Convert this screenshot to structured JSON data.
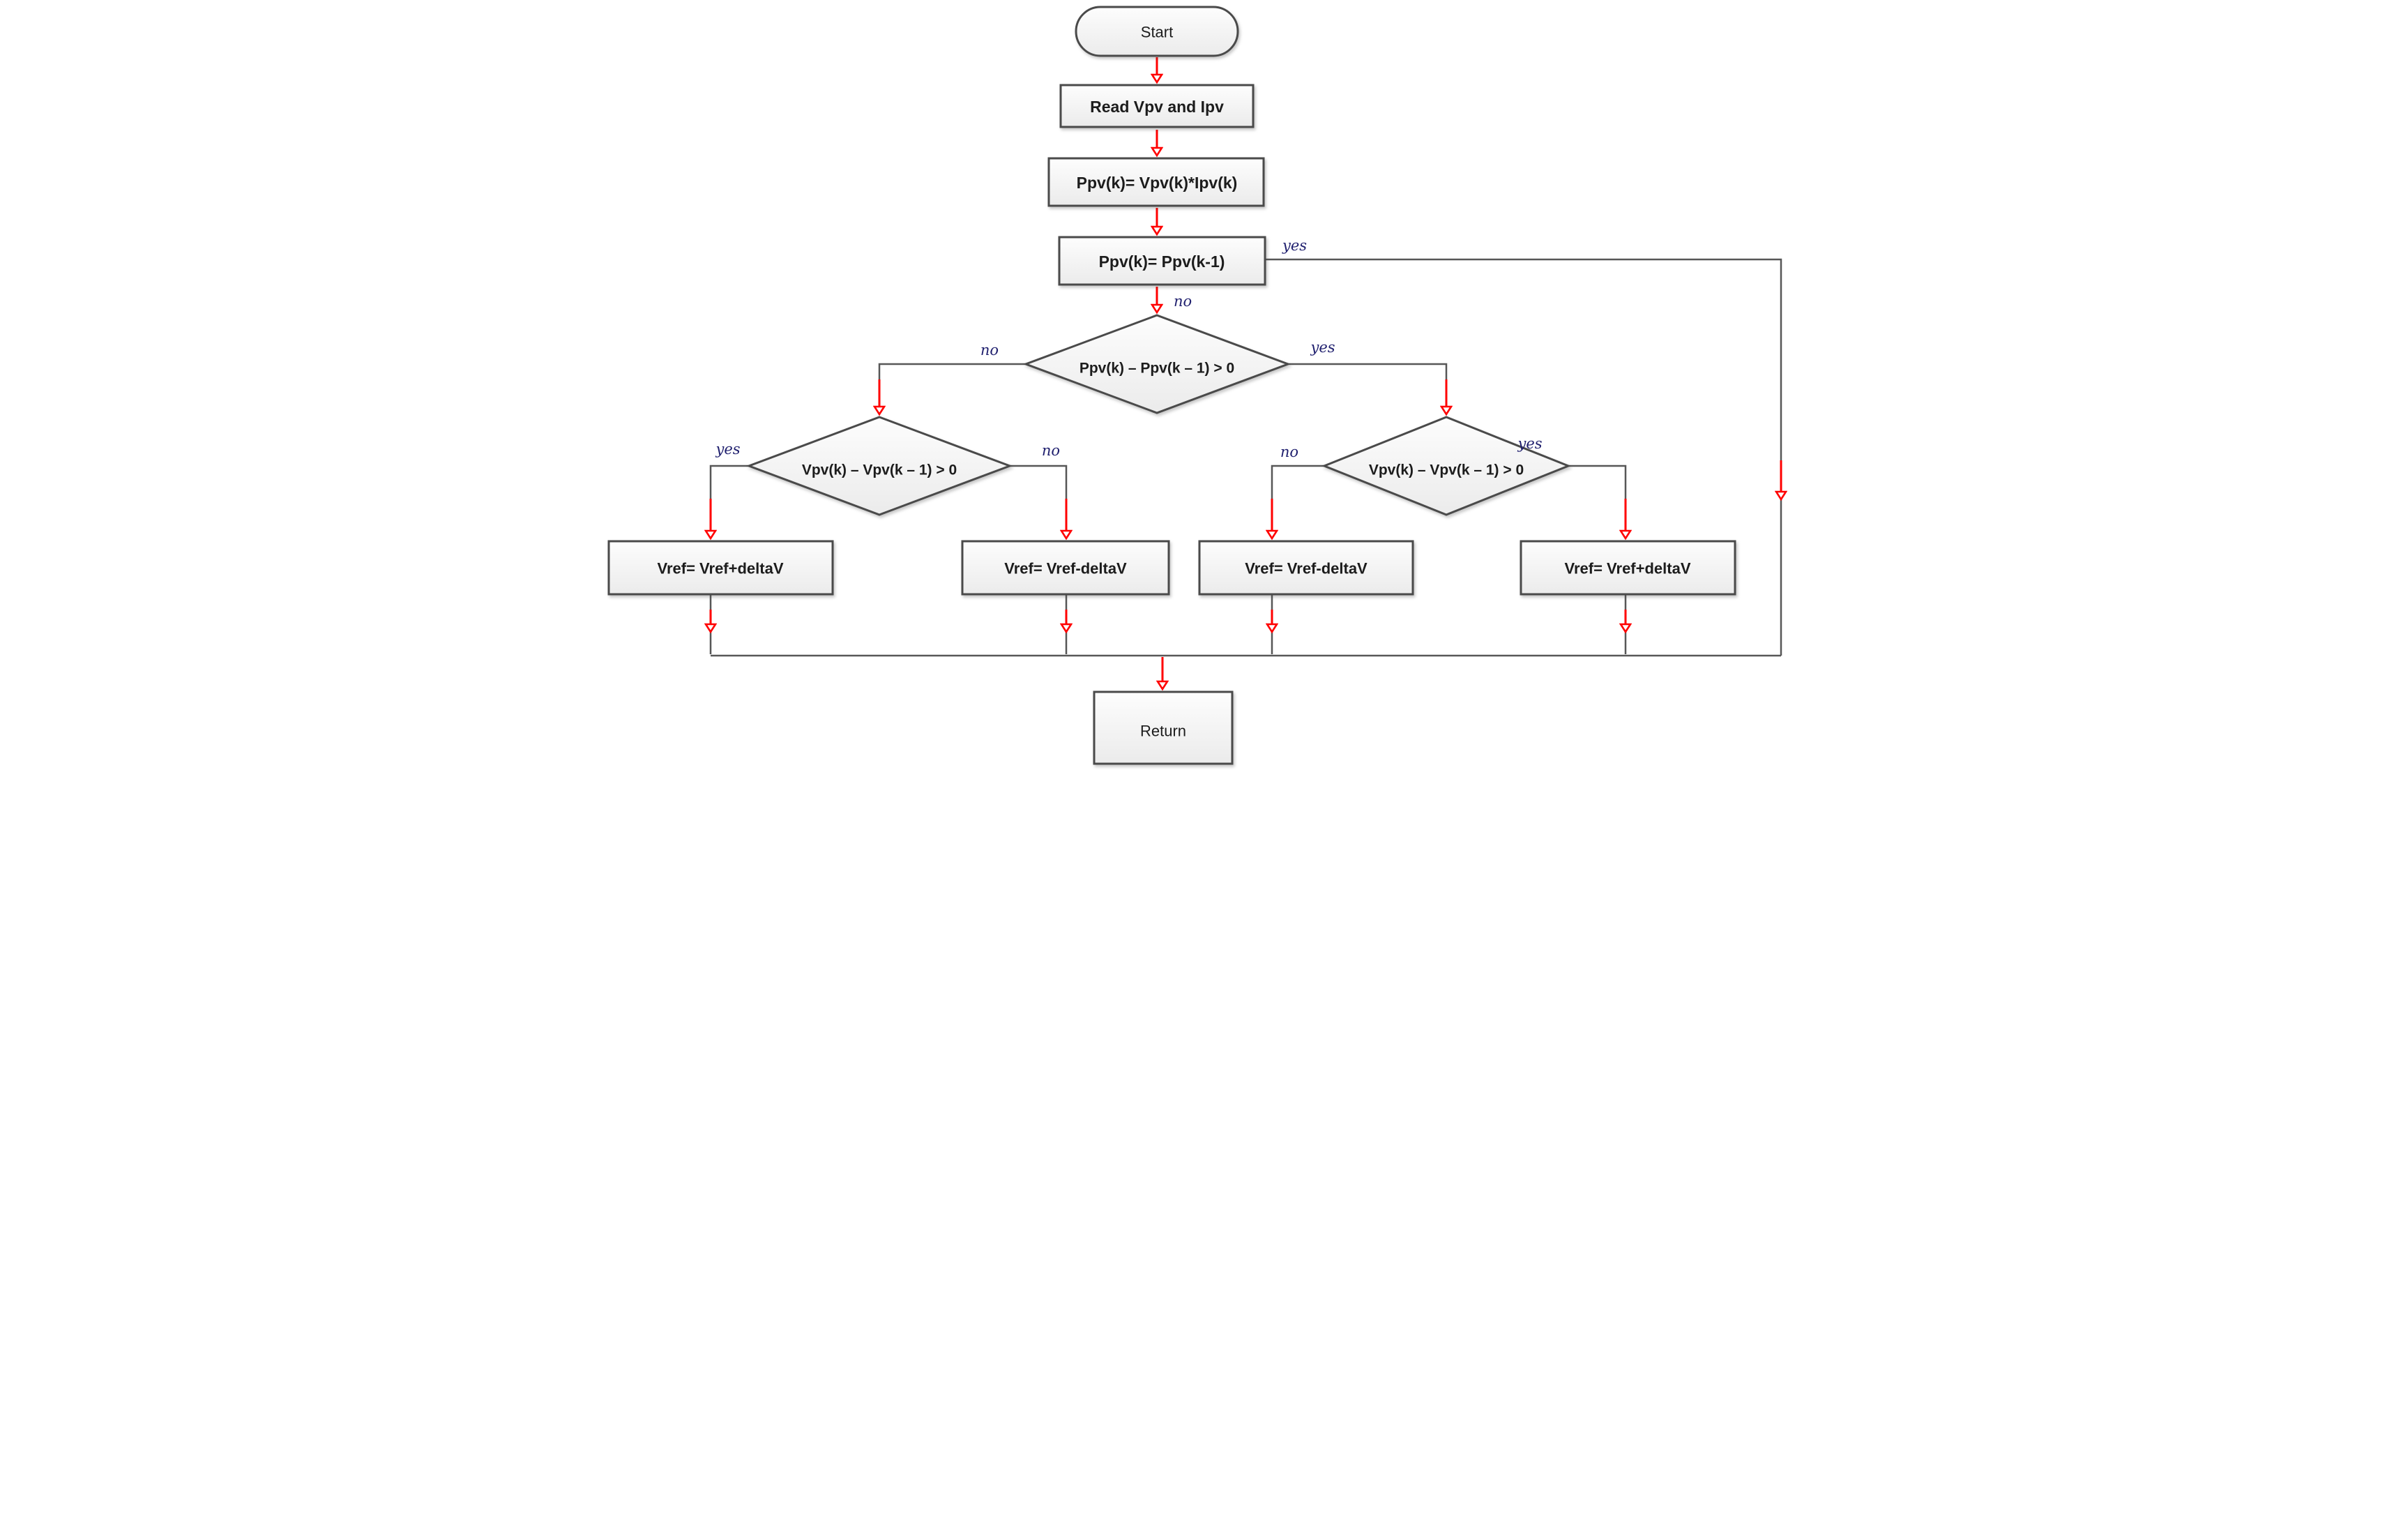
{
  "nodes": {
    "start": {
      "label": "Start"
    },
    "read_inputs": {
      "label": "Read Vpv and Ipv"
    },
    "compute_power": {
      "label": "Ppv(k)= Vpv(k)*Ipv(k)"
    },
    "power_equal_check": {
      "label": "Ppv(k)= Ppv(k-1)"
    },
    "power_decision": {
      "label": "Ppv(k) – Ppv(k – 1) > 0"
    },
    "voltage_decision_left": {
      "label": "Vpv(k) – Vpv(k – 1) > 0"
    },
    "voltage_decision_right": {
      "label": "Vpv(k) – Vpv(k – 1) > 0"
    },
    "vref_increase_left": {
      "label": "Vref= Vref+deltaV"
    },
    "vref_decrease_left": {
      "label": "Vref= Vref-deltaV"
    },
    "vref_decrease_right": {
      "label": "Vref= Vref-deltaV"
    },
    "vref_increase_right": {
      "label": "Vref= Vref+deltaV"
    },
    "return": {
      "label": "Return"
    }
  },
  "edge_labels": {
    "power_equal_yes": "yes",
    "power_equal_no": "no",
    "power_decision_no": "no",
    "power_decision_yes": "yes",
    "voltage_left_yes": "yes",
    "voltage_left_no": "no",
    "voltage_right_no": "no",
    "voltage_right_yes": "yes"
  },
  "colors": {
    "accent": "#ff0000",
    "line_color": "#575757",
    "shape_border": "#4a4a4a",
    "label_color": "#1f1f6e",
    "text_color": "#1c1c1c"
  }
}
